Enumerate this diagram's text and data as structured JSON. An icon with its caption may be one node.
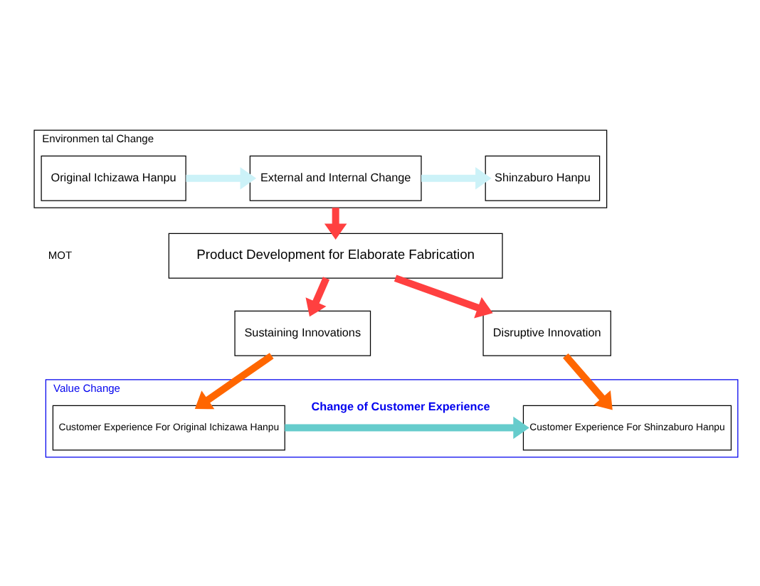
{
  "diagram": {
    "nodes": [
      {
        "text": [
          "Environmen tal Change"
        ]
      },
      {
        "text": [
          "Original Ichizawa Hanpu"
        ],
        "in": 0
      },
      {
        "text": [
          "External and Internal Change"
        ],
        "in": 0
      },
      {
        "text": [
          "Shinzaburo Hanpu"
        ],
        "in": 0
      },
      {
        "text": [
          "Product Development for Elaborate Fabrication"
        ]
      },
      {
        "text": [
          "Sustaining Innovations"
        ]
      },
      {
        "text": [
          "Disruptive Innovation"
        ]
      },
      {
        "text": [
          "Value Change"
        ]
      },
      {
        "text": [
          "Customer Experience For Original Ichizawa Hanpu"
        ],
        "in": 7
      },
      {
        "text": [
          "Customer Experience For Shinzaburo Hanpu"
        ],
        "in": 7
      }
    ],
    "edges": [
      {
        "from": 1,
        "to": 2,
        "arrow": "to",
        "color": "#ccf2f8"
      },
      {
        "from": 2,
        "to": 3,
        "arrow": "to",
        "color": "#ccf2f8"
      },
      {
        "from": 0,
        "to": 4,
        "arrow": "to",
        "color": "#ff4040"
      },
      {
        "from": 4,
        "to": 5,
        "arrow": "to",
        "color": "#ff4040"
      },
      {
        "from": 4,
        "to": 6,
        "arrow": "to",
        "color": "#ff4040"
      },
      {
        "from": 5,
        "to": 8,
        "arrow": "to",
        "color": "#ff6600"
      },
      {
        "from": 6,
        "to": 9,
        "arrow": "to",
        "color": "#ff6600"
      },
      {
        "from": 8,
        "to": 9,
        "arrow": "to",
        "color": "#66cccc",
        "label": "Change of Customer Experience"
      }
    ],
    "labels": [
      "MOT"
    ]
  }
}
